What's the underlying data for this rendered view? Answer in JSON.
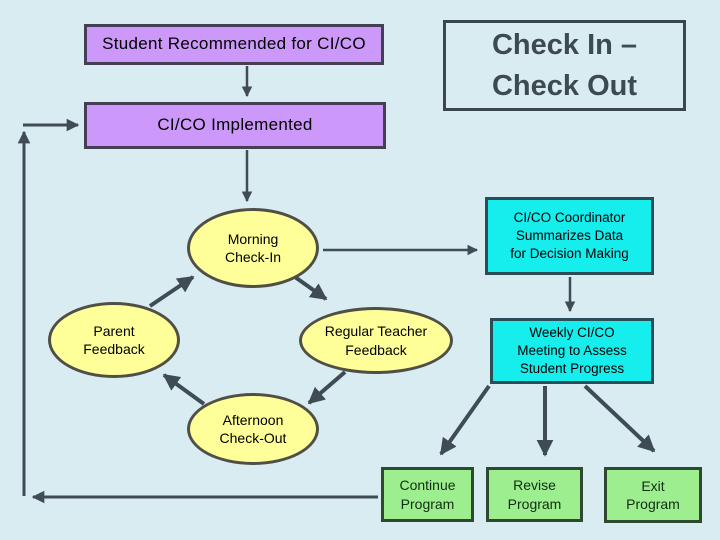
{
  "title": {
    "lines": [
      "Check In –",
      "Check Out"
    ]
  },
  "nodes": {
    "student": {
      "lines": [
        "Student Recommended for CI/CO"
      ]
    },
    "implemented": {
      "lines": [
        "CI/CO Implemented"
      ]
    },
    "morning": {
      "lines": [
        "Morning",
        "Check-In"
      ]
    },
    "parent": {
      "lines": [
        "Parent",
        "Feedback"
      ]
    },
    "teacher": {
      "lines": [
        "Regular Teacher",
        "Feedback"
      ]
    },
    "afternoon": {
      "lines": [
        "Afternoon",
        "Check-Out"
      ]
    },
    "coordinator": {
      "lines": [
        "CI/CO Coordinator",
        "Summarizes Data",
        "for Decision Making"
      ]
    },
    "weekly": {
      "lines": [
        "Weekly CI/CO",
        "Meeting to Assess",
        "Student Progress"
      ]
    },
    "continue": {
      "lines": [
        "Continue",
        "Program"
      ]
    },
    "revise": {
      "lines": [
        "Revise",
        "Program"
      ]
    },
    "exit": {
      "lines": [
        "Exit",
        "Program"
      ]
    }
  },
  "edges": [
    {
      "from": "student",
      "to": "implemented"
    },
    {
      "from": "implemented",
      "to": "morning"
    },
    {
      "from": "parent",
      "to": "morning"
    },
    {
      "from": "morning",
      "to": "teacher"
    },
    {
      "from": "teacher",
      "to": "afternoon"
    },
    {
      "from": "afternoon",
      "to": "parent"
    },
    {
      "from": "morning",
      "to": "coordinator"
    },
    {
      "from": "coordinator",
      "to": "weekly"
    },
    {
      "from": "weekly",
      "to": "continue"
    },
    {
      "from": "weekly",
      "to": "revise"
    },
    {
      "from": "weekly",
      "to": "exit"
    },
    {
      "from": "continue",
      "to": "implemented"
    }
  ],
  "colors": {
    "background": "#d9ecf2",
    "purple_fill": "#cc99fa",
    "purple_border": "#453f56",
    "yellow_fill": "#ffff99",
    "yellow_border": "#504f46",
    "cyan_fill": "#16eded",
    "cyan_border": "#2b4d57",
    "green_fill": "#9cee8e",
    "green_border": "#2d4a31",
    "connector": "#3f4b55",
    "title_text": "#3d4a50"
  }
}
